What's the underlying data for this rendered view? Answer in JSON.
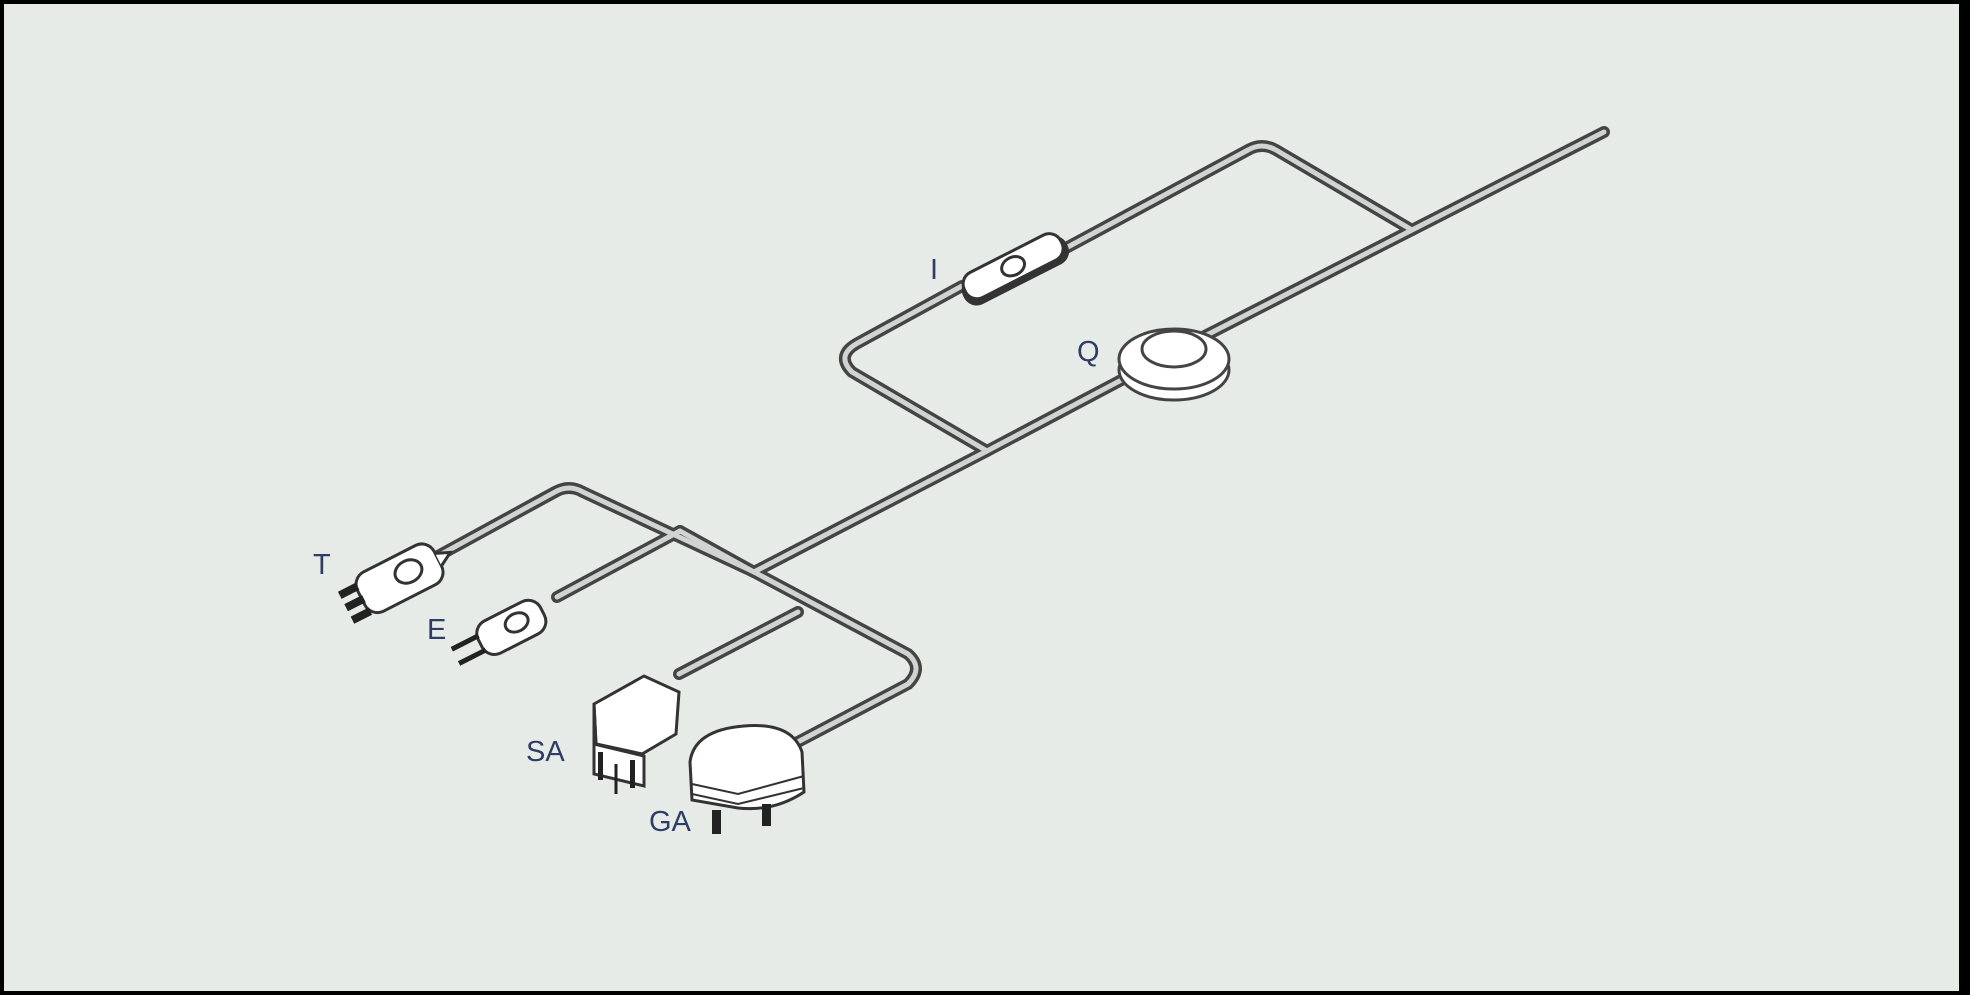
{
  "labels": {
    "inline_switch": "I",
    "foot_switch": "Q",
    "plug_t": "T",
    "plug_e": "E",
    "plug_sa": "SA",
    "plug_ga": "GA"
  },
  "colors": {
    "background": "#e7ebe8",
    "cable": "#444444",
    "label": "#2e3d66",
    "frame": "#000000"
  }
}
